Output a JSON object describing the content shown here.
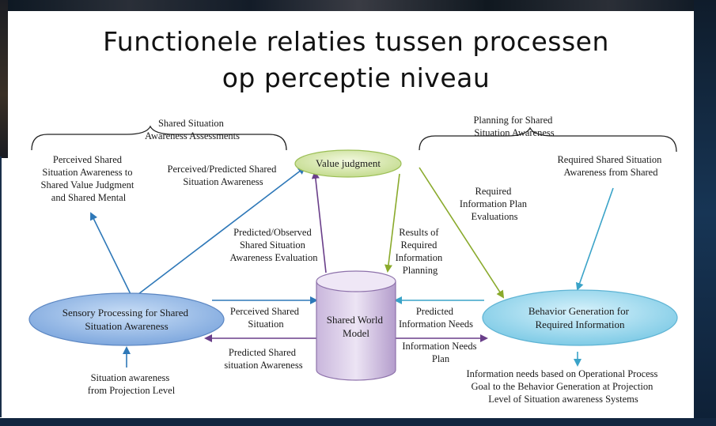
{
  "title_line1": "Functionele relaties tussen processen",
  "title_line2": "op perceptie niveau",
  "colors": {
    "blue_arrow": "#2e78b8",
    "purple_arrow": "#6a3f8a",
    "green_arrow": "#8aaa2c",
    "cyan_arrow": "#3aa3c8"
  },
  "nodes": {
    "value_judgment": "Value judgment",
    "sensory": [
      "Sensory Processing for Shared",
      "Situation Awareness"
    ],
    "world_model": [
      "Shared World",
      "Model"
    ],
    "behavior": [
      "Behavior Generation for",
      "Required Information"
    ]
  },
  "brackets": {
    "left": [
      "Shared Situation",
      "Awareness Assessments"
    ],
    "right": [
      "Planning for Shared",
      "Situation Awareness"
    ]
  },
  "labels": {
    "perceived_to_value": [
      "Perceived Shared",
      "Situation Awareness to",
      "Shared Value Judgment",
      "and Shared Mental"
    ],
    "perceived_predicted": [
      "Perceived/Predicted Shared",
      "Situation Awareness"
    ],
    "predicted_observed": [
      "Predicted/Observed",
      "Shared Situation",
      "Awareness Evaluation"
    ],
    "results": [
      "Results of",
      "Required",
      "Information",
      "Planning"
    ],
    "required_plan": [
      "Required",
      "Information Plan",
      "Evaluations"
    ],
    "required_from_shared": [
      "Required Shared Situation",
      "Awareness from Shared"
    ],
    "perceived_shared": [
      "Perceived Shared",
      "Situation"
    ],
    "predicted_shared": [
      "Predicted Shared",
      "situation Awareness"
    ],
    "predicted_needs": [
      "Predicted",
      "Information Needs"
    ],
    "info_needs_plan": [
      "Information Needs",
      "Plan"
    ],
    "situation_projection": [
      "Situation awareness",
      "from Projection Level"
    ],
    "needs_operational": [
      "Information needs based on Operational Process",
      "Goal to the Behavior Generation at Projection",
      "Level of Situation awareness Systems"
    ]
  }
}
